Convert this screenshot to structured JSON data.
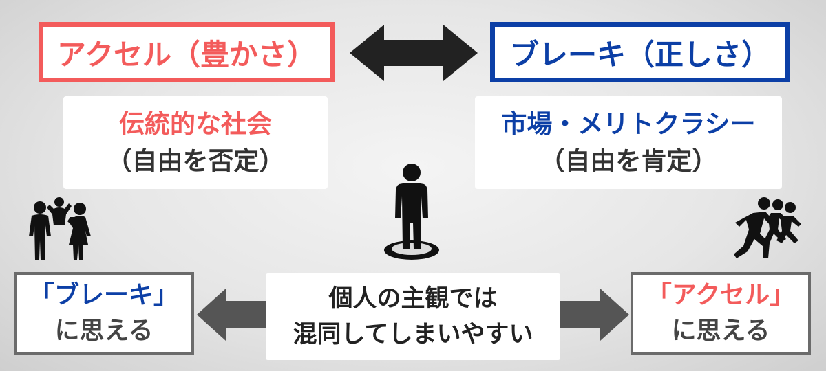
{
  "top_left_label": "アクセル（豊かさ）",
  "top_right_label": "ブレーキ（正しさ）",
  "left_panel": {
    "line1": "伝統的な社会",
    "line2": "（自由を否定）"
  },
  "right_panel": {
    "line1": "市場・メリトクラシー",
    "line2": "（自由を肯定）"
  },
  "bottom_left": {
    "line1": "「ブレーキ」",
    "line2": "に思える"
  },
  "bottom_right": {
    "line1": "「アクセル」",
    "line2": "に思える"
  },
  "center": {
    "line1": "個人の主観では",
    "line2": "混同してしまいやすい"
  },
  "colors": {
    "accent_red": "#f35b5b",
    "accent_blue": "#0c3fa6",
    "arrow": "#222222",
    "arrow_grey": "#555555"
  },
  "icons": [
    "double-arrow-icon",
    "family-icon",
    "person-standing-icon",
    "runners-icon",
    "arrow-left-icon",
    "arrow-right-icon"
  ]
}
